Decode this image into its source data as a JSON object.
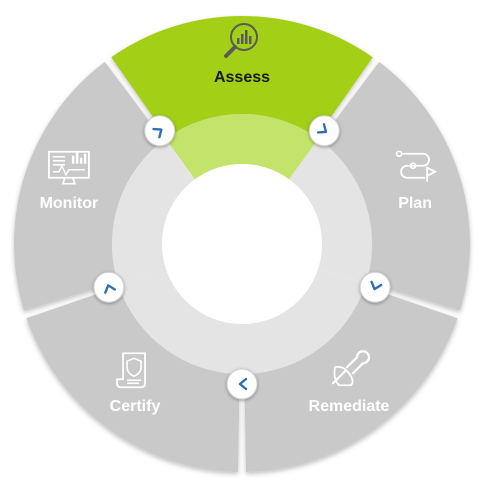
{
  "diagram": {
    "segments": [
      {
        "id": "assess",
        "label": "Assess",
        "icon": "analytics-magnifier-icon",
        "active": true
      },
      {
        "id": "plan",
        "label": "Plan",
        "icon": "route-flag-icon",
        "active": false
      },
      {
        "id": "remediate",
        "label": "Remediate",
        "icon": "wrench-hand-icon",
        "active": false
      },
      {
        "id": "certify",
        "label": "Certify",
        "icon": "certificate-shield-icon",
        "active": false
      },
      {
        "id": "monitor",
        "label": "Monitor",
        "icon": "dashboard-monitor-icon",
        "active": false
      }
    ],
    "colors": {
      "active": "#a3cf17",
      "active_inner": "#c4e36a",
      "inactive": "#c9c9c9",
      "inner_ring": "#e4e4e4",
      "active_text": "#1a1a1a",
      "inactive_text": "#ffffff",
      "arrow": "#2f6fb3"
    }
  }
}
